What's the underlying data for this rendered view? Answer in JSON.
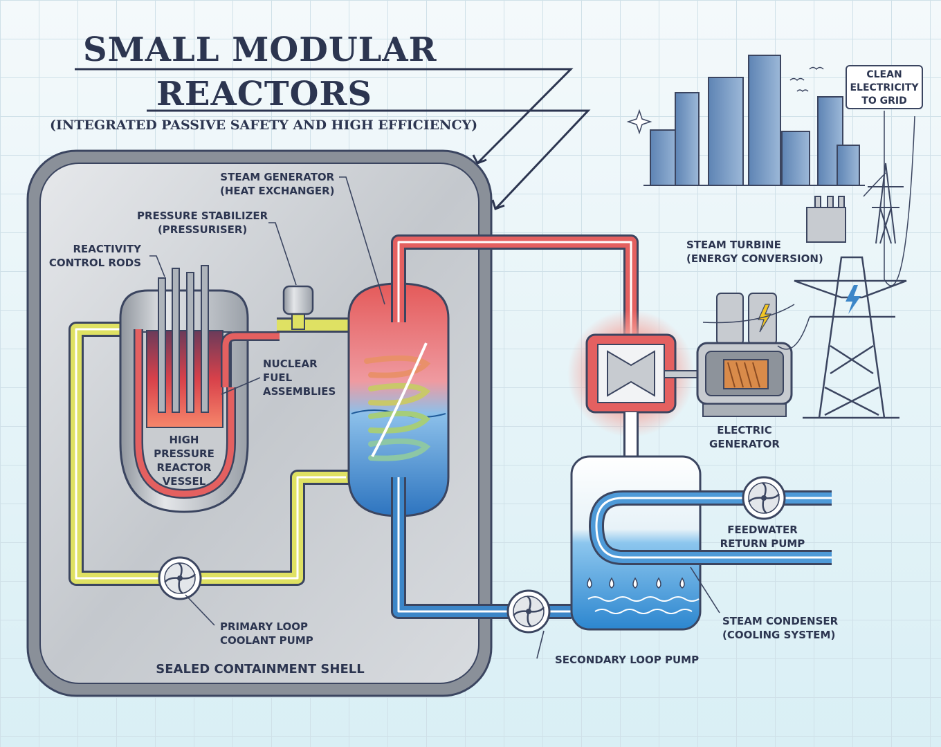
{
  "title": {
    "line1": "SMALL MODULAR",
    "line2": "REACTORS",
    "subtitle": "(INTEGRATED PASSIVE SAFETY AND HIGH EFFICIENCY)"
  },
  "labels": {
    "steam_generator": [
      "STEAM GENERATOR",
      "(HEAT EXCHANGER)"
    ],
    "pressure_stabilizer": [
      "PRESSURE STABILIZER",
      "(PRESSURISER)"
    ],
    "control_rods": [
      "REACTIVITY",
      "CONTROL RODS"
    ],
    "fuel": [
      "NUCLEAR",
      "FUEL",
      "ASSEMBLIES"
    ],
    "reactor_vessel": [
      "HIGH",
      "PRESSURE",
      "REACTOR",
      "VESSEL"
    ],
    "primary_pump": [
      "PRIMARY LOOP",
      "COOLANT PUMP"
    ],
    "containment": "SEALED CONTAINMENT SHELL",
    "steam_turbine": [
      "STEAM TURBINE",
      "(ENERGY CONVERSION)"
    ],
    "electric_generator": [
      "ELECTRIC",
      "GENERATOR"
    ],
    "feedwater_pump": [
      "FEEDWATER",
      "RETURN PUMP"
    ],
    "steam_condenser": [
      "STEAM CONDENSER",
      "(COOLING SYSTEM)"
    ],
    "secondary_pump": "SECONDARY LOOP PUMP",
    "grid": [
      "CLEAN",
      "ELECTRICITY",
      "TO GRID"
    ]
  },
  "colors": {
    "ink": "#2c3550",
    "hot_red": "#e05a5a",
    "cold_blue": "#3c86c8",
    "coolant_yellow": "#d6d94e",
    "containment_gray": "#c9cdd2",
    "building_blue": "#6e93c0"
  },
  "icons": [
    "pump-fan-icon",
    "lightning-icon",
    "sparkle-icon",
    "bird-icon",
    "water-drop-icon"
  ]
}
